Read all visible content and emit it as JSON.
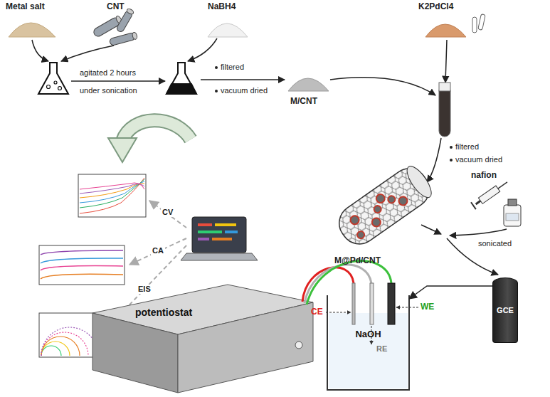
{
  "diagram": {
    "nodes": [
      {
        "text": [
          "potentiostat"
        ]
      },
      {
        "text": [
          "NaOH"
        ]
      },
      {
        "text": [
          "GCE"
        ]
      }
    ],
    "edges": [
      {
        "from": 2,
        "to": 1,
        "arrow": "to"
      }
    ],
    "labels": [
      "Metal salt",
      "CNT",
      "agitated 2 hours",
      "under sonication",
      "NaBH4",
      "filtered",
      "vacuum dried",
      "K2PdCl4",
      "M/CNT",
      "filtered",
      "vacuum dried",
      "nafion",
      "M@Pd/CNT",
      "sonicated",
      "CV",
      "CA",
      "EIS",
      "CE",
      "WE",
      "RE"
    ]
  }
}
